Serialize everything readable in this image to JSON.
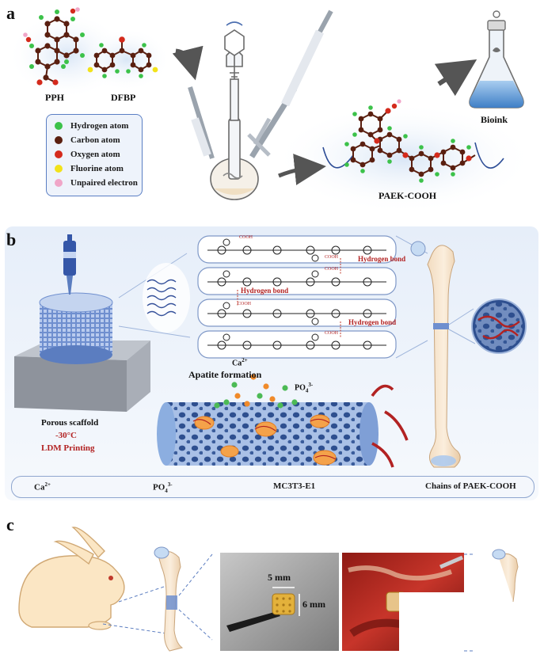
{
  "panels": {
    "a": "a",
    "b": "b",
    "c": "c"
  },
  "panel_a": {
    "monomer_1": "PPH",
    "monomer_2": "DFBP",
    "product": "PAEK-COOH",
    "output": "Bioink",
    "legend": [
      {
        "label": "Hydrogen atom",
        "color": "#3cc24a"
      },
      {
        "label": "Carbon atom",
        "color": "#5a1f10"
      },
      {
        "label": "Oxygen atom",
        "color": "#d42a1c"
      },
      {
        "label": "Fluorine atom",
        "color": "#f2e21a"
      },
      {
        "label": "Unpaired electron",
        "color": "#f0a6c8"
      }
    ]
  },
  "panel_b": {
    "hbond_label": "Hydrogen bond",
    "cooh_label": "COOH",
    "scaffold_label": "Porous scaffold",
    "temperature": "-30°C",
    "method": "LDM Printing",
    "apatite_label": "Apatite formation",
    "ca_ion_base": "Ca",
    "ca_ion_charge": "2+",
    "po4_ion_base": "PO",
    "po4_ion_sub": "4",
    "po4_ion_charge": "3-",
    "legend": {
      "ca": "Ca",
      "ca_charge": "2+",
      "po4": "PO",
      "po4_sub": "4",
      "po4_charge": "3-",
      "cell": "MC3T3-E1",
      "chains": "Chains of PAEK-COOH"
    },
    "colors": {
      "ca": "#f08a2a",
      "po4": "#4cba55",
      "cell": "#f4a24a",
      "chain": "#34509a",
      "hbond": "#c0392b"
    }
  },
  "panel_c": {
    "scale_width": "5 mm",
    "scale_height": "6 mm"
  }
}
